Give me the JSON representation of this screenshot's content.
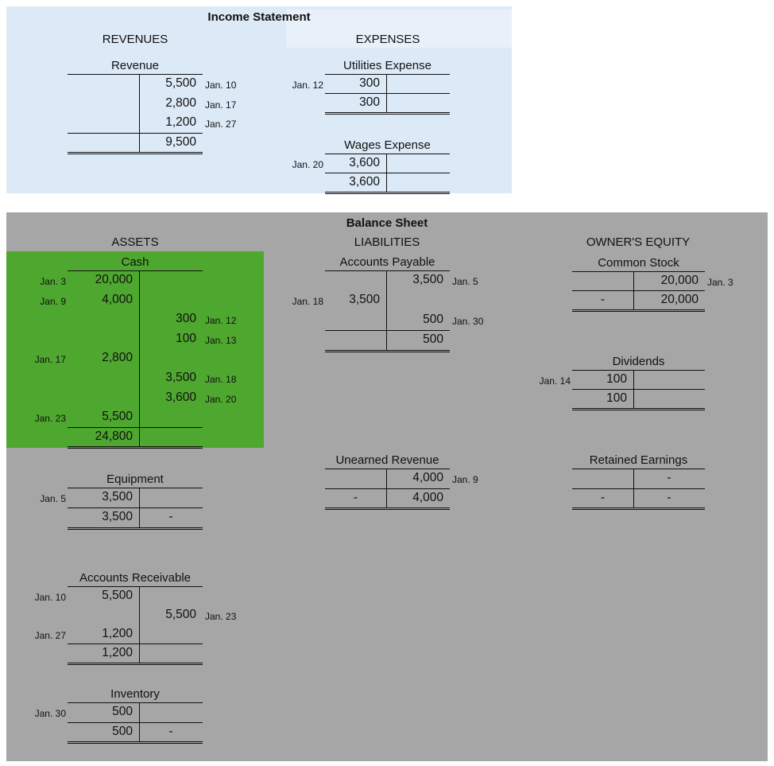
{
  "income_statement": {
    "title": "Income Statement",
    "revenues_heading": "REVENUES",
    "expenses_heading": "EXPENSES"
  },
  "balance_sheet": {
    "title": "Balance Sheet",
    "assets_heading": "ASSETS",
    "liabilities_heading": "LIABILITIES",
    "equity_heading": "OWNER'S EQUITY"
  },
  "colors": {
    "income_background": "#dce9f6",
    "balance_background": "#a6a6a6",
    "cash_highlight": "#4ea72e"
  },
  "accounts": {
    "revenue": {
      "title": "Revenue",
      "rows": [
        {
          "debit_date": "",
          "debit": "",
          "credit": "5,500",
          "credit_date": "Jan. 10",
          "line": ""
        },
        {
          "debit_date": "",
          "debit": "",
          "credit": "2,800",
          "credit_date": "Jan. 17",
          "line": ""
        },
        {
          "debit_date": "",
          "debit": "",
          "credit": "1,200",
          "credit_date": "Jan. 27",
          "line": "single"
        },
        {
          "debit_date": "",
          "debit": "",
          "credit": "9,500",
          "credit_date": "",
          "line": "double"
        }
      ]
    },
    "utilities_expense": {
      "title": "Utilities Expense",
      "rows": [
        {
          "debit_date": "Jan. 12",
          "debit": "300",
          "credit": "",
          "credit_date": "",
          "line": "single"
        },
        {
          "debit_date": "",
          "debit": "300",
          "credit": "",
          "credit_date": "",
          "line": "double"
        }
      ]
    },
    "wages_expense": {
      "title": "Wages Expense",
      "rows": [
        {
          "debit_date": "Jan. 20",
          "debit": "3,600",
          "credit": "",
          "credit_date": "",
          "line": "single"
        },
        {
          "debit_date": "",
          "debit": "3,600",
          "credit": "",
          "credit_date": "",
          "line": "double"
        }
      ]
    },
    "cash": {
      "title": "Cash",
      "rows": [
        {
          "debit_date": "Jan. 3",
          "debit": "20,000",
          "credit": "",
          "credit_date": "",
          "line": ""
        },
        {
          "debit_date": "Jan. 9",
          "debit": "4,000",
          "credit": "",
          "credit_date": "",
          "line": ""
        },
        {
          "debit_date": "",
          "debit": "",
          "credit": "300",
          "credit_date": "Jan. 12",
          "line": ""
        },
        {
          "debit_date": "",
          "debit": "",
          "credit": "100",
          "credit_date": "Jan. 13",
          "line": ""
        },
        {
          "debit_date": "Jan. 17",
          "debit": "2,800",
          "credit": "",
          "credit_date": "",
          "line": ""
        },
        {
          "debit_date": "",
          "debit": "",
          "credit": "3,500",
          "credit_date": "Jan. 18",
          "line": ""
        },
        {
          "debit_date": "",
          "debit": "",
          "credit": "3,600",
          "credit_date": "Jan. 20",
          "line": ""
        },
        {
          "debit_date": "Jan. 23",
          "debit": "5,500",
          "credit": "",
          "credit_date": "",
          "line": "single"
        },
        {
          "debit_date": "",
          "debit": "24,800",
          "credit": "",
          "credit_date": "",
          "line": "double"
        }
      ]
    },
    "equipment": {
      "title": "Equipment",
      "rows": [
        {
          "debit_date": "Jan. 5",
          "debit": "3,500",
          "credit": "",
          "credit_date": "",
          "line": "single"
        },
        {
          "debit_date": "",
          "debit": "3,500",
          "credit": "-",
          "credit_date": "",
          "line": "double"
        }
      ]
    },
    "accounts_receivable": {
      "title": "Accounts Receivable",
      "rows": [
        {
          "debit_date": "Jan. 10",
          "debit": "5,500",
          "credit": "",
          "credit_date": "",
          "line": ""
        },
        {
          "debit_date": "",
          "debit": "",
          "credit": "5,500",
          "credit_date": "Jan. 23",
          "line": ""
        },
        {
          "debit_date": "Jan. 27",
          "debit": "1,200",
          "credit": "",
          "credit_date": "",
          "line": "single"
        },
        {
          "debit_date": "",
          "debit": "1,200",
          "credit": "",
          "credit_date": "",
          "line": "double"
        }
      ]
    },
    "inventory": {
      "title": "Inventory",
      "rows": [
        {
          "debit_date": "Jan. 30",
          "debit": "500",
          "credit": "",
          "credit_date": "",
          "line": "single"
        },
        {
          "debit_date": "",
          "debit": "500",
          "credit": "-",
          "credit_date": "",
          "line": "double"
        }
      ]
    },
    "accounts_payable": {
      "title": "Accounts Payable",
      "rows": [
        {
          "debit_date": "",
          "debit": "",
          "credit": "3,500",
          "credit_date": "Jan. 5",
          "line": ""
        },
        {
          "debit_date": "Jan. 18",
          "debit": "3,500",
          "credit": "",
          "credit_date": "",
          "line": ""
        },
        {
          "debit_date": "",
          "debit": "",
          "credit": "500",
          "credit_date": "Jan. 30",
          "line": "single"
        },
        {
          "debit_date": "",
          "debit": "",
          "credit": "500",
          "credit_date": "",
          "line": "double"
        }
      ]
    },
    "unearned_revenue": {
      "title": "Unearned Revenue",
      "rows": [
        {
          "debit_date": "",
          "debit": "",
          "credit": "4,000",
          "credit_date": "Jan. 9",
          "line": "single"
        },
        {
          "debit_date": "",
          "debit": "-",
          "credit": "4,000",
          "credit_date": "",
          "line": "double"
        }
      ]
    },
    "common_stock": {
      "title": "Common Stock",
      "rows": [
        {
          "debit_date": "",
          "debit": "",
          "credit": "20,000",
          "credit_date": "Jan. 3",
          "line": "single"
        },
        {
          "debit_date": "",
          "debit": "-",
          "credit": "20,000",
          "credit_date": "",
          "line": "double"
        }
      ]
    },
    "dividends": {
      "title": "Dividends",
      "rows": [
        {
          "debit_date": "Jan. 14",
          "debit": "100",
          "credit": "",
          "credit_date": "",
          "line": "single"
        },
        {
          "debit_date": "",
          "debit": "100",
          "credit": "",
          "credit_date": "",
          "line": "double"
        }
      ]
    },
    "retained_earnings": {
      "title": "Retained Earnings",
      "rows": [
        {
          "debit_date": "",
          "debit": "",
          "credit": "-",
          "credit_date": "",
          "line": "single"
        },
        {
          "debit_date": "",
          "debit": "-",
          "credit": "-",
          "credit_date": "",
          "line": "double"
        }
      ]
    }
  }
}
